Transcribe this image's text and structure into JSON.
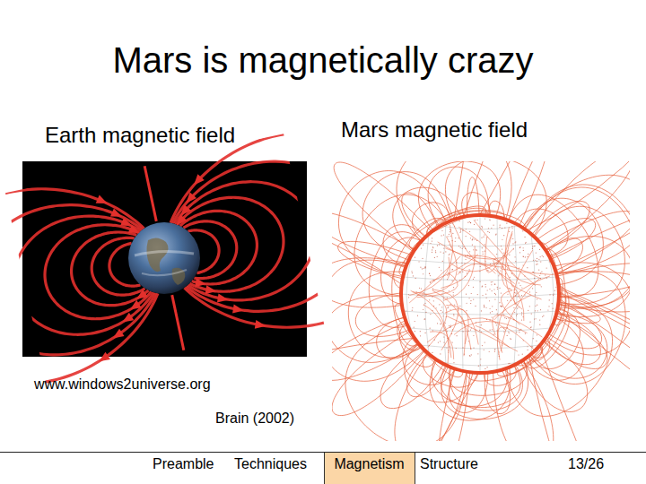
{
  "diagram": {
    "title": "Mars is magnetically crazy",
    "nodes": [
      {
        "text": [
          "Magnetism"
        ]
      }
    ],
    "labels": [
      "Earth magnetic field",
      "Mars magnetic field",
      "www.windows2universe.org",
      "Brain (2002)",
      "Preamble",
      "Techniques",
      "Structure",
      "13/26"
    ]
  }
}
